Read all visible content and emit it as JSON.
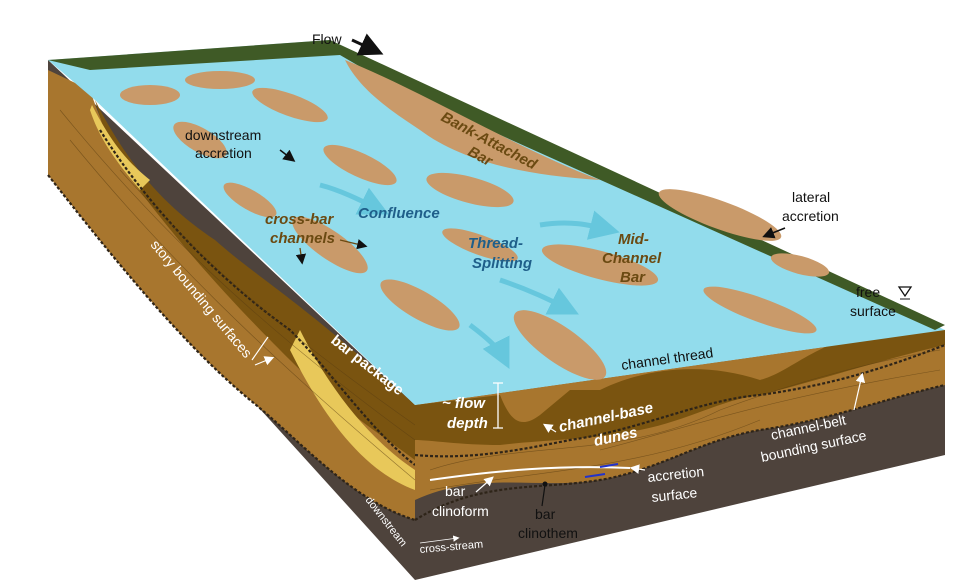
{
  "colors": {
    "water": "#92dcec",
    "bar": "#c99a6a",
    "sediment": "#a8762e",
    "dark_sediment": "#7a5410",
    "bedrock": "#4e433c",
    "bank": "#3f5a26",
    "yellow": "#e8c85a"
  },
  "labels": {
    "flow": "Flow",
    "downstream_accretion": [
      "downstream",
      "accretion"
    ],
    "bank_attached_bar": [
      "Bank-Attached",
      "Bar"
    ],
    "confluence": "Confluence",
    "cross_bar_channels": [
      "cross-bar",
      "channels"
    ],
    "thread_splitting": [
      "Thread-",
      "Splitting"
    ],
    "mid_channel_bar": [
      "Mid-",
      "Channel",
      "Bar"
    ],
    "lateral_accretion": [
      "lateral",
      "accretion"
    ],
    "free_surface": [
      "free",
      "surface"
    ],
    "channel_thread": "channel thread",
    "story_bounding_surfaces": "story bounding surfaces",
    "bar_package": "bar package",
    "flow_depth": [
      "~ flow",
      "depth"
    ],
    "channel_base_dunes": [
      "channel-base",
      "dunes"
    ],
    "channel_belt_bounding_surface": [
      "channel-belt",
      "bounding surface"
    ],
    "bar_clinoform": [
      "bar",
      "clinoform"
    ],
    "bar_clinothem": [
      "bar",
      "clinothem"
    ],
    "accretion_surface": [
      "accretion",
      "surface"
    ],
    "downstream": "downstream",
    "cross_stream": "cross-stream"
  },
  "icons": {
    "water_level": "inverted-triangle-icon"
  }
}
